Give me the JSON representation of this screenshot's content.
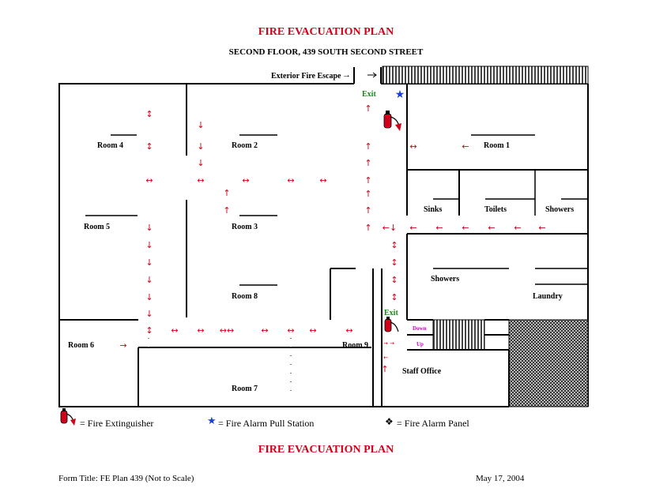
{
  "header": {
    "title": "FIRE EVACUATION PLAN",
    "subtitle": "SECOND  FLOOR, 439 SOUTH SECOND STREET"
  },
  "plan": {
    "fire_escape_label": "Exterior Fire Escape",
    "exits": [
      "Exit",
      "Exit"
    ],
    "stair_labels": {
      "down": "Down",
      "up": "Up"
    },
    "rooms": {
      "room1": "Room 1",
      "room2": "Room 2",
      "room3": "Room 3",
      "room4": "Room 4",
      "room5": "Room 5",
      "room6": "Room 6",
      "room7": "Room 7",
      "room8": "Room 8",
      "room9": "Room 9",
      "sinks": "Sinks",
      "toilets": "Toilets",
      "showers_top": "Showers",
      "showers_mid": "Showers",
      "laundry": "Laundry",
      "staff_office": "Staff Office"
    },
    "colors": {
      "arrow": "#d0021b",
      "exit": "#1a8a1a",
      "star": "#1a3fd6",
      "stairs": "#d000d0"
    }
  },
  "legend": {
    "extinguisher": "= Fire Extinguisher",
    "pull_station": "= Fire Alarm Pull Station",
    "alarm_panel": "= Fire Alarm Panel"
  },
  "footer": {
    "title": "FIRE EVACUATION PLAN",
    "form_title": "Form Title: FE Plan 439 (Not to Scale)",
    "date": "May 17, 2004"
  }
}
